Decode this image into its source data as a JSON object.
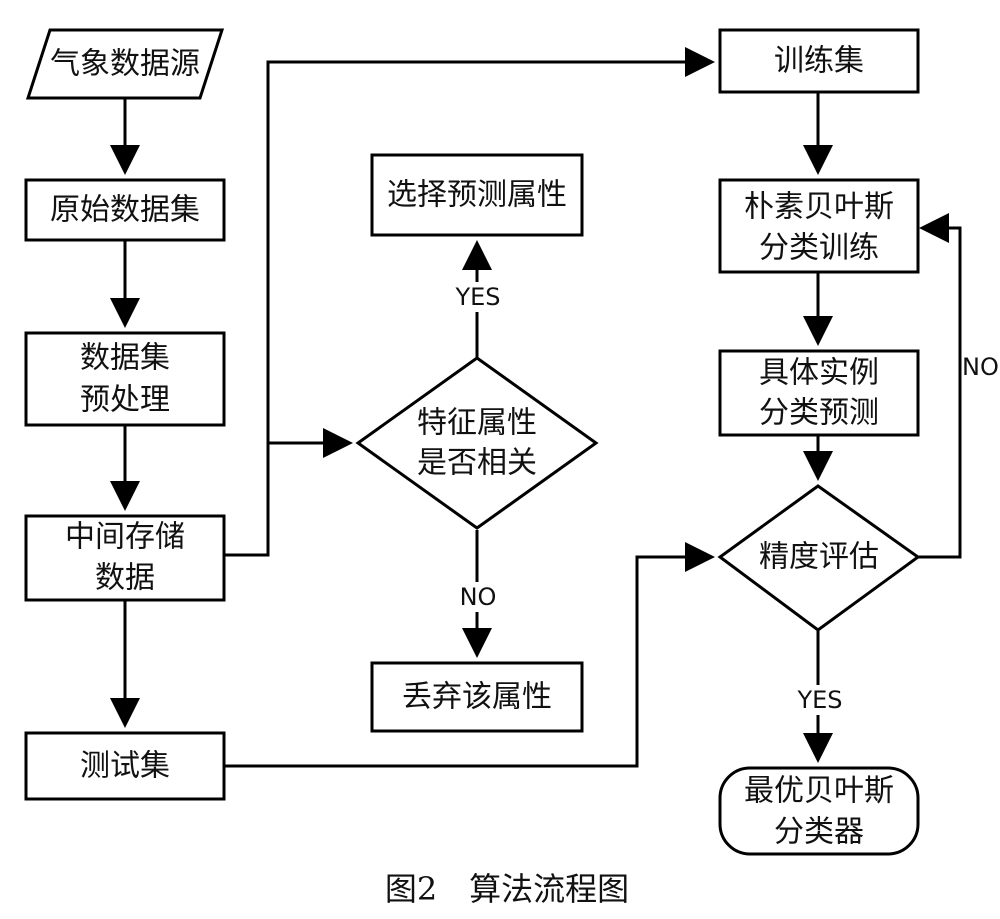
{
  "nodes": {
    "weather_source": "气象数据源",
    "raw_dataset": "原始数据集",
    "preprocess": [
      "数据集",
      "预处理"
    ],
    "intermediate": [
      "中间存储",
      "数据"
    ],
    "test_set": "测试集",
    "select_attr": "选择预测属性",
    "decision_attr": [
      "特征属性",
      "是否相关"
    ],
    "discard_attr": "丢弃该属性",
    "training_set": "训练集",
    "nb_training": [
      "朴素贝叶斯",
      "分类训练"
    ],
    "instance_predict": [
      "具体实例",
      "分类预测"
    ],
    "accuracy_eval": "精度评估",
    "best_classifier": [
      "最优贝叶斯",
      "分类器"
    ]
  },
  "labels": {
    "attr_yes": "YES",
    "attr_no": "NO",
    "eval_no": "NO",
    "eval_yes": "YES"
  },
  "caption": "图2　算法流程图"
}
